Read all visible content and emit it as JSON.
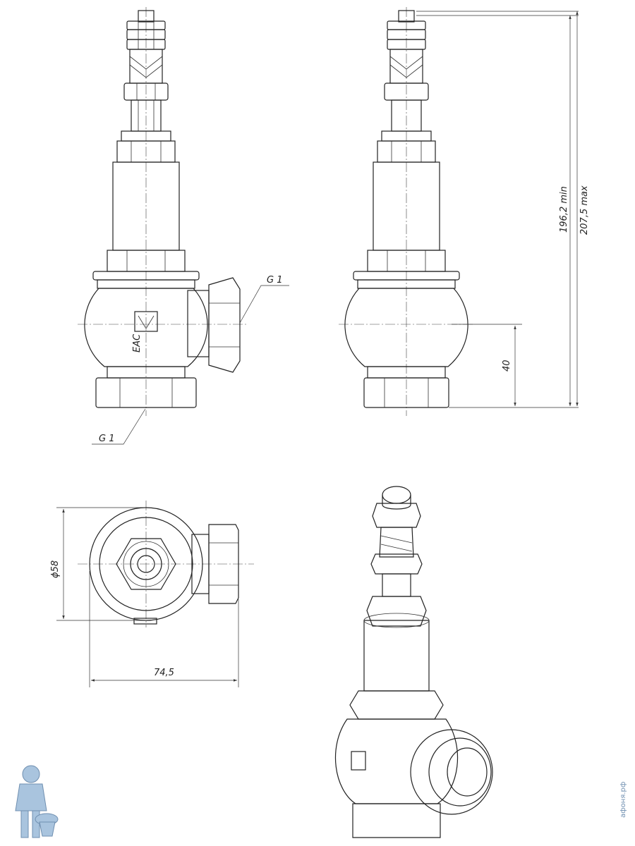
{
  "labels": {
    "g1_right": "G 1",
    "g1_bottom": "G 1",
    "dim_196": "196,2 min",
    "dim_207": "207,5 max",
    "dim_40": "40",
    "dim_dia58": "ϕ58",
    "dim_745": "74,5",
    "eac_mark": "ЕАС"
  },
  "watermark": {
    "site": "афоня.рф"
  },
  "colors": {
    "line": "#222222",
    "watermark": "#6f8fb0"
  },
  "icons": [
    "plumber-mascot-logo",
    "eac-mark",
    "manufacturer-logo"
  ]
}
